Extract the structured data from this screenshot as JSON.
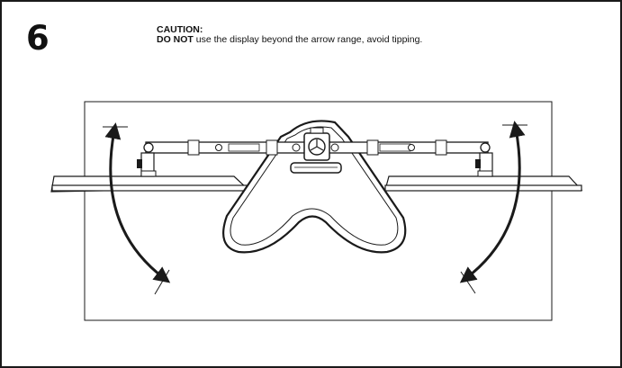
{
  "step": {
    "number": "6"
  },
  "caution": {
    "title": "CAUTION:",
    "emphasis": "DO NOT",
    "text": " use the display beyond the arrow range, avoid tipping."
  },
  "diagram": {
    "subject": "dual-monitor-stand-top-view",
    "line_color": "#1a1a1a",
    "fill_color": "#ffffff"
  }
}
